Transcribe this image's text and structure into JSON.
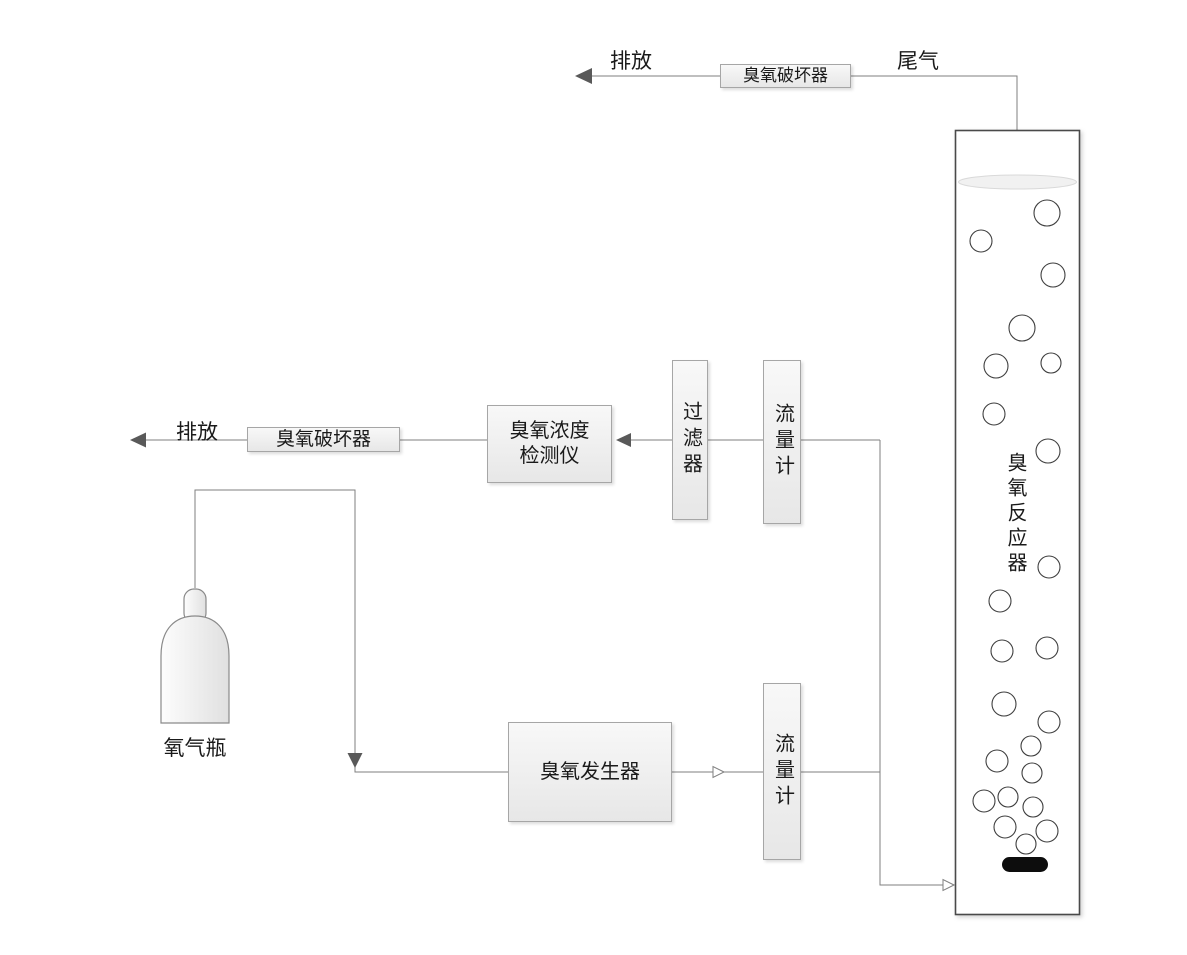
{
  "diagram": {
    "type": "process-flow",
    "labels": {
      "exhaust_top": "排放",
      "tail_gas": "尾气",
      "exhaust_mid": "排放",
      "oxygen_cylinder": "氧气瓶",
      "reactor": "臭氧反应器"
    },
    "nodes": {
      "destroyer_top": "臭氧破坏器",
      "destroyer_mid": "臭氧破坏器",
      "detector_line1": "臭氧浓度",
      "detector_line2": "检测仪",
      "filter": "过滤器",
      "flow_meter_sample": "流量计",
      "flow_meter_main": "流量计",
      "generator": "臭氧发生器"
    },
    "colors": {
      "line": "#7f7f7f",
      "arrow": "#595959",
      "text": "#1a1a1a",
      "box_border": "#a6a6a6",
      "box_fill_top": "#f8f8f8",
      "box_fill_bottom": "#e7e7e7",
      "diffuser": "#0d0d0d"
    }
  }
}
